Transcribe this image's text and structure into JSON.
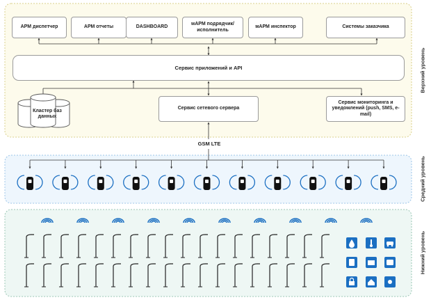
{
  "top_boxes": [
    {
      "label": "АРМ диспетчер"
    },
    {
      "label": "АРМ отчеты"
    },
    {
      "label": "DASHBOARD"
    },
    {
      "label": "мАРМ подрядчик/ исполнитель"
    },
    {
      "label": "мАРМ инспектор"
    },
    {
      "label": "Системы заказчика"
    }
  ],
  "api_service": {
    "label": "Сервис приложений и API"
  },
  "db_cluster": {
    "label": "Кластер баз данных"
  },
  "network_server": {
    "label": "Сервис сетевого сервера"
  },
  "monitoring": {
    "label": "Сервис мониторинга и уведомлений (push, SMS, e-mail)"
  },
  "gsm_label": "GSM LTE",
  "levels": {
    "top": "Верхний уровень",
    "middle": "Средний уровень",
    "bottom": "Нижний уровень"
  },
  "gateway_count": 11,
  "wifi_count": 10,
  "pole_rows": 2,
  "poles_per_row": 18,
  "sensor_icons": [
    "water-drop-icon",
    "thermometer-icon",
    "car-icon",
    "meter-icon",
    "container-icon",
    "bus-icon",
    "lock-icon",
    "home-icon",
    "light-icon"
  ],
  "colors": {
    "top_bg": "#fdfbec",
    "middle_bg": "#eef6fd",
    "bottom_bg": "#eef7f4",
    "accent_blue": "#1b6fc2",
    "line": "#333333"
  }
}
